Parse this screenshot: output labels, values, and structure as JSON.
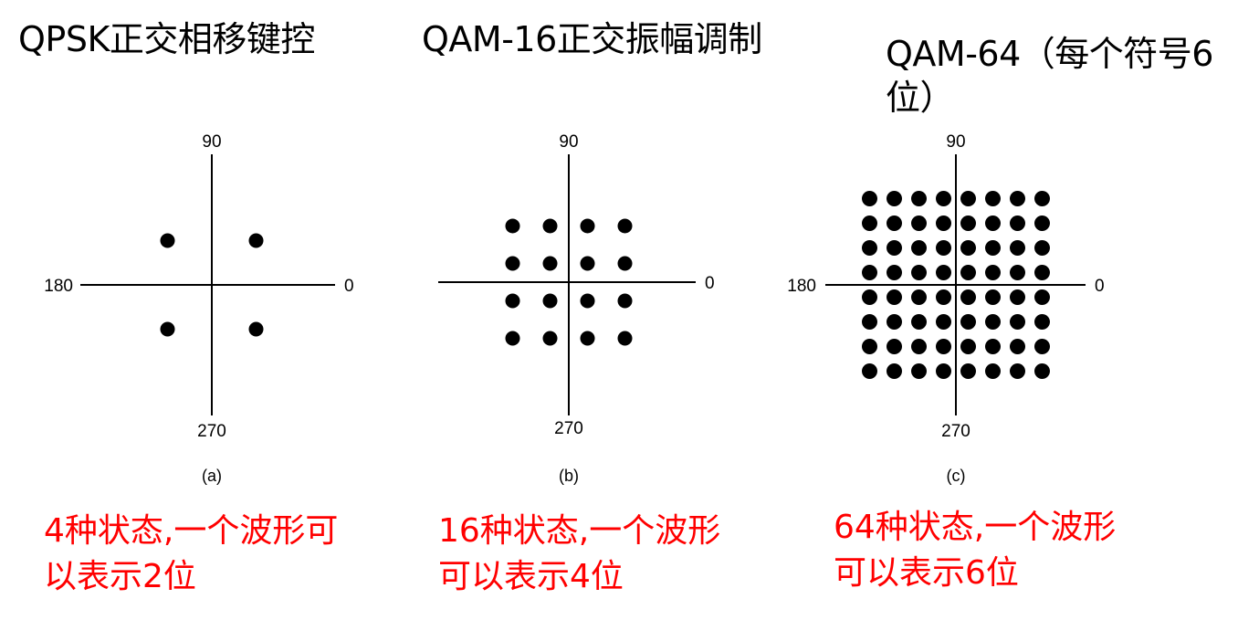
{
  "panels": [
    {
      "id": "a",
      "title": "QPSK正交相移键控",
      "points_per_axis": 2,
      "axis_labels": {
        "top": "90",
        "left": "180",
        "right": "0",
        "bottom": "270"
      },
      "sub_label": "(a)",
      "caption": "4种状态,一个波形可以表示2位"
    },
    {
      "id": "b",
      "title": "QAM-16正交振幅调制",
      "points_per_axis": 4,
      "axis_labels": {
        "top": "90",
        "left": "",
        "right": "0",
        "bottom": "270"
      },
      "sub_label": "(b)",
      "caption": "16种状态,一个波形可以表示4位"
    },
    {
      "id": "c",
      "title": "QAM-64（每个符号6位）",
      "points_per_axis": 8,
      "axis_labels": {
        "top": "90",
        "left": "180",
        "right": "0",
        "bottom": "270"
      },
      "sub_label": "(c)",
      "caption": "64种状态,一个波形可以表示6位"
    }
  ]
}
